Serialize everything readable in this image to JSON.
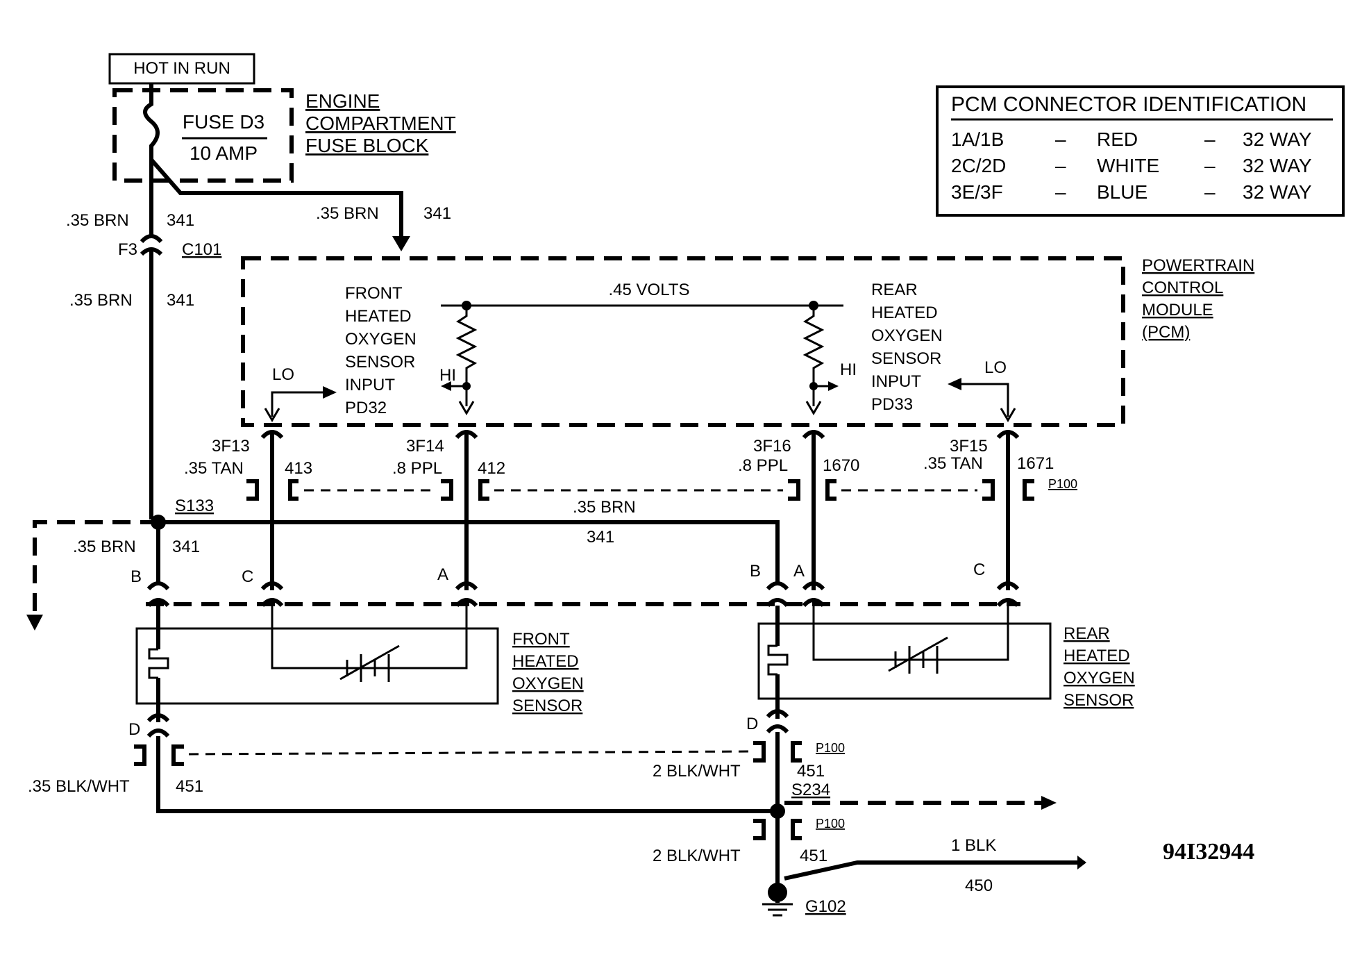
{
  "power_source": "HOT IN RUN",
  "fuse": {
    "name": "FUSE D3",
    "rating": "10 AMP"
  },
  "fuse_block": [
    "ENGINE",
    "COMPARTMENT",
    "FUSE BLOCK"
  ],
  "pcm_table": {
    "title": "PCM CONNECTOR IDENTIFICATION",
    "rows": [
      {
        "connector": "1A/1B",
        "color": "RED",
        "size": "32 WAY"
      },
      {
        "connector": "2C/2D",
        "color": "WHITE",
        "size": "32 WAY"
      },
      {
        "connector": "3E/3F",
        "color": "BLUE",
        "size": "32 WAY"
      }
    ],
    "dash": "–"
  },
  "pcm": {
    "label": [
      "POWERTRAIN",
      "CONTROL",
      "MODULE",
      "(PCM)"
    ],
    "voltage": ".45 VOLTS",
    "front_input": [
      "FRONT",
      "HEATED",
      "OXYGEN",
      "SENSOR",
      "INPUT",
      "PD32"
    ],
    "rear_input": [
      "REAR",
      "HEATED",
      "OXYGEN",
      "SENSOR",
      "INPUT",
      "PD33"
    ],
    "lo": "LO",
    "hi": "HI"
  },
  "wires": {
    "brn_035": ".35 BRN",
    "circuit_341": "341",
    "tan_035": ".35 TAN",
    "ppl_08": ".8 PPL",
    "circuit_413": "413",
    "circuit_412": "412",
    "circuit_1670": "1670",
    "circuit_1671": "1671",
    "blkwht_035": ".35 BLK/WHT",
    "blkwht_2": "2 BLK/WHT",
    "circuit_451": "451",
    "blk_1": "1 BLK",
    "circuit_450": "450"
  },
  "connectors": {
    "c101": "C101",
    "f3": "F3",
    "p100": "P100",
    "pin_3f13": "3F13",
    "pin_3f14": "3F14",
    "pin_3f16": "3F16",
    "pin_3f15": "3F15",
    "pin_a": "A",
    "pin_b": "B",
    "pin_c": "C",
    "pin_d": "D"
  },
  "splices": {
    "s133": "S133",
    "s234": "S234"
  },
  "ground": "G102",
  "front_sensor": [
    "FRONT",
    "HEATED",
    "OXYGEN",
    "SENSOR"
  ],
  "rear_sensor": [
    "REAR",
    "HEATED",
    "OXYGEN",
    "SENSOR"
  ],
  "diagram_code": "94I32944"
}
